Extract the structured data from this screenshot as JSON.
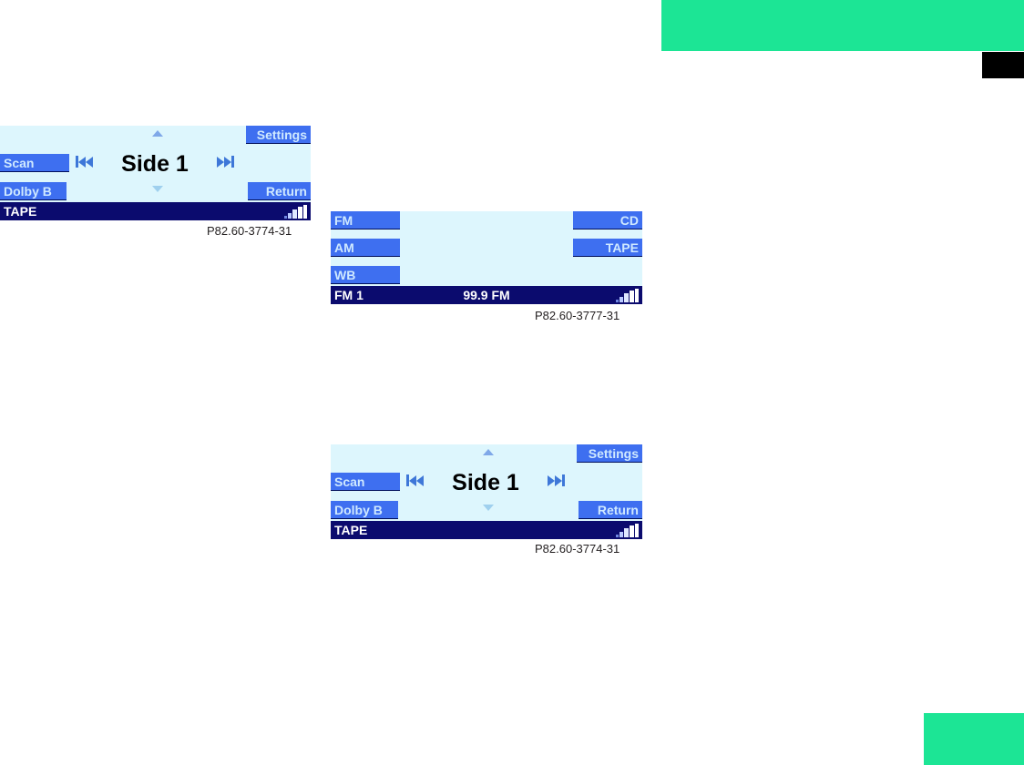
{
  "page": {
    "background": "#ffffff",
    "accent_green": "#1ce595",
    "accent_black": "#000000",
    "panel_bg": "#ddf6fd",
    "button_blue": "#3e6ff0",
    "statusbar_navy": "#0b0b6e"
  },
  "figures": [
    {
      "id": "tape-display-left",
      "caption": "P82.60-3774-31",
      "title": "Side 1",
      "buttons": {
        "settings": "Settings",
        "scan": "Scan",
        "dolby": "Dolby B",
        "return": "Return"
      },
      "status": {
        "source": "TAPE"
      },
      "icons": {
        "up": "triangle-up-icon",
        "down": "triangle-down-icon",
        "prev": "skip-back-icon",
        "next": "skip-forward-icon",
        "level": "audio-level-icon"
      }
    },
    {
      "id": "source-menu-display",
      "caption": "P82.60-3777-31",
      "buttons": {
        "fm": "FM",
        "am": "AM",
        "wb": "WB",
        "cd": "CD",
        "tape": "TAPE"
      },
      "status": {
        "preset": "FM 1",
        "station": "99.9 FM"
      },
      "icons": {
        "level": "audio-level-icon"
      }
    },
    {
      "id": "tape-display-center",
      "caption": "P82.60-3774-31",
      "title": "Side 1",
      "buttons": {
        "settings": "Settings",
        "scan": "Scan",
        "dolby": "Dolby B",
        "return": "Return"
      },
      "status": {
        "source": "TAPE"
      },
      "icons": {
        "up": "triangle-up-icon",
        "down": "triangle-down-icon",
        "prev": "skip-back-icon",
        "next": "skip-forward-icon",
        "level": "audio-level-icon"
      }
    }
  ]
}
